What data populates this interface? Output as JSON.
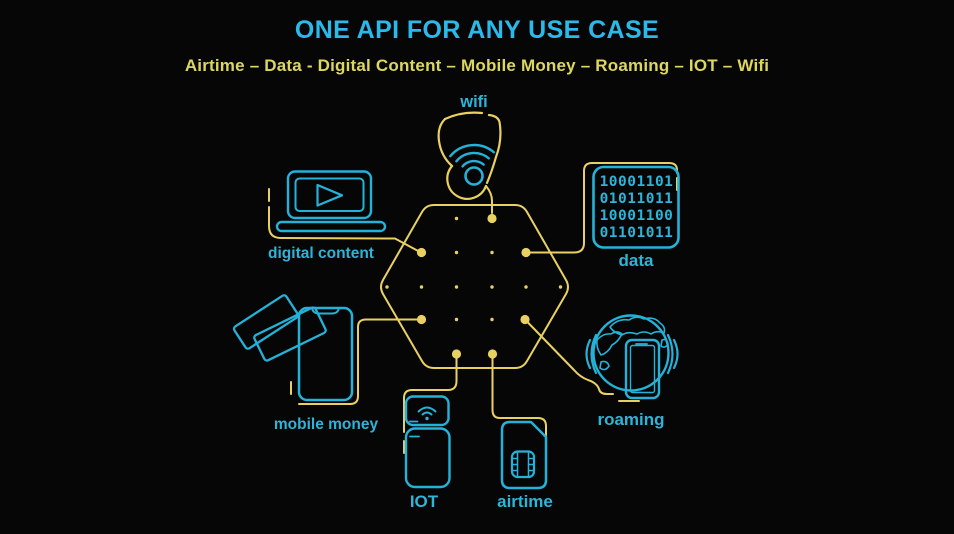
{
  "title": "ONE API FOR ANY USE CASE",
  "subtitle": "Airtime – Data - Digital Content – Mobile Money – Roaming – IOT – Wifi",
  "colors": {
    "background": "#060606",
    "icon_cyan": "#25b2d9",
    "line_yellow": "#e9d161",
    "title_cyan": "#2bb9e9",
    "subtitle_yellow": "#ddd65f"
  },
  "nodes": {
    "wifi": {
      "label": "wifi"
    },
    "data": {
      "label": "data",
      "lines": [
        "10001101",
        "01011011",
        "10001100",
        "01101011"
      ]
    },
    "digital_content": {
      "label": "digital content"
    },
    "mobile_money": {
      "label": "mobile money"
    },
    "roaming": {
      "label": "roaming"
    },
    "iot": {
      "label": "IOT"
    },
    "airtime": {
      "label": "airtime"
    }
  }
}
